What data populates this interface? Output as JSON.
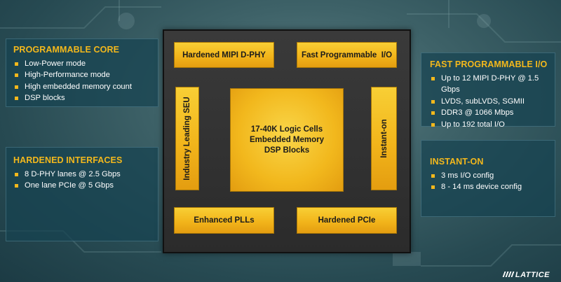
{
  "panels": {
    "programmable_core": {
      "title": "PROGRAMMABLE CORE",
      "items": [
        "Low-Power mode",
        "High-Performance mode",
        "High embedded memory count",
        "DSP blocks"
      ]
    },
    "hardened_interfaces": {
      "title": "HARDENED INTERFACES",
      "items": [
        "8 D-PHY lanes @ 2.5 Gbps",
        "One lane PCIe @ 5 Gbps"
      ]
    },
    "fast_programmable_io": {
      "title": "FAST PROGRAMMABLE I/O",
      "items": [
        "Up to 12 MIPI D-PHY @ 1.5 Gbps",
        "LVDS, subLVDS, SGMII",
        "DDR3 @ 1066 Mbps",
        "Up to 192 total I/O"
      ]
    },
    "instant_on": {
      "title": "INSTANT-ON",
      "items": [
        "3 ms I/O config",
        "8 - 14 ms device config"
      ]
    }
  },
  "chip": {
    "mipi_dphy": "Hardened MIPI D-PHY",
    "fast_io": "Fast Programmable  I/O",
    "seu": "Industry Leading SEU",
    "instant_on": "Instant-on",
    "core_lines": [
      "17-40K Logic Cells",
      "Embedded Memory",
      "DSP Blocks"
    ],
    "plls": "Enhanced PLLs",
    "pcie": "Hardened PCIe"
  },
  "logo": "LATTICE",
  "colors": {
    "accent": "#f3b81c",
    "block": "#f2b51b",
    "chip_body": "#2f2f2f",
    "panel": "#164250"
  }
}
